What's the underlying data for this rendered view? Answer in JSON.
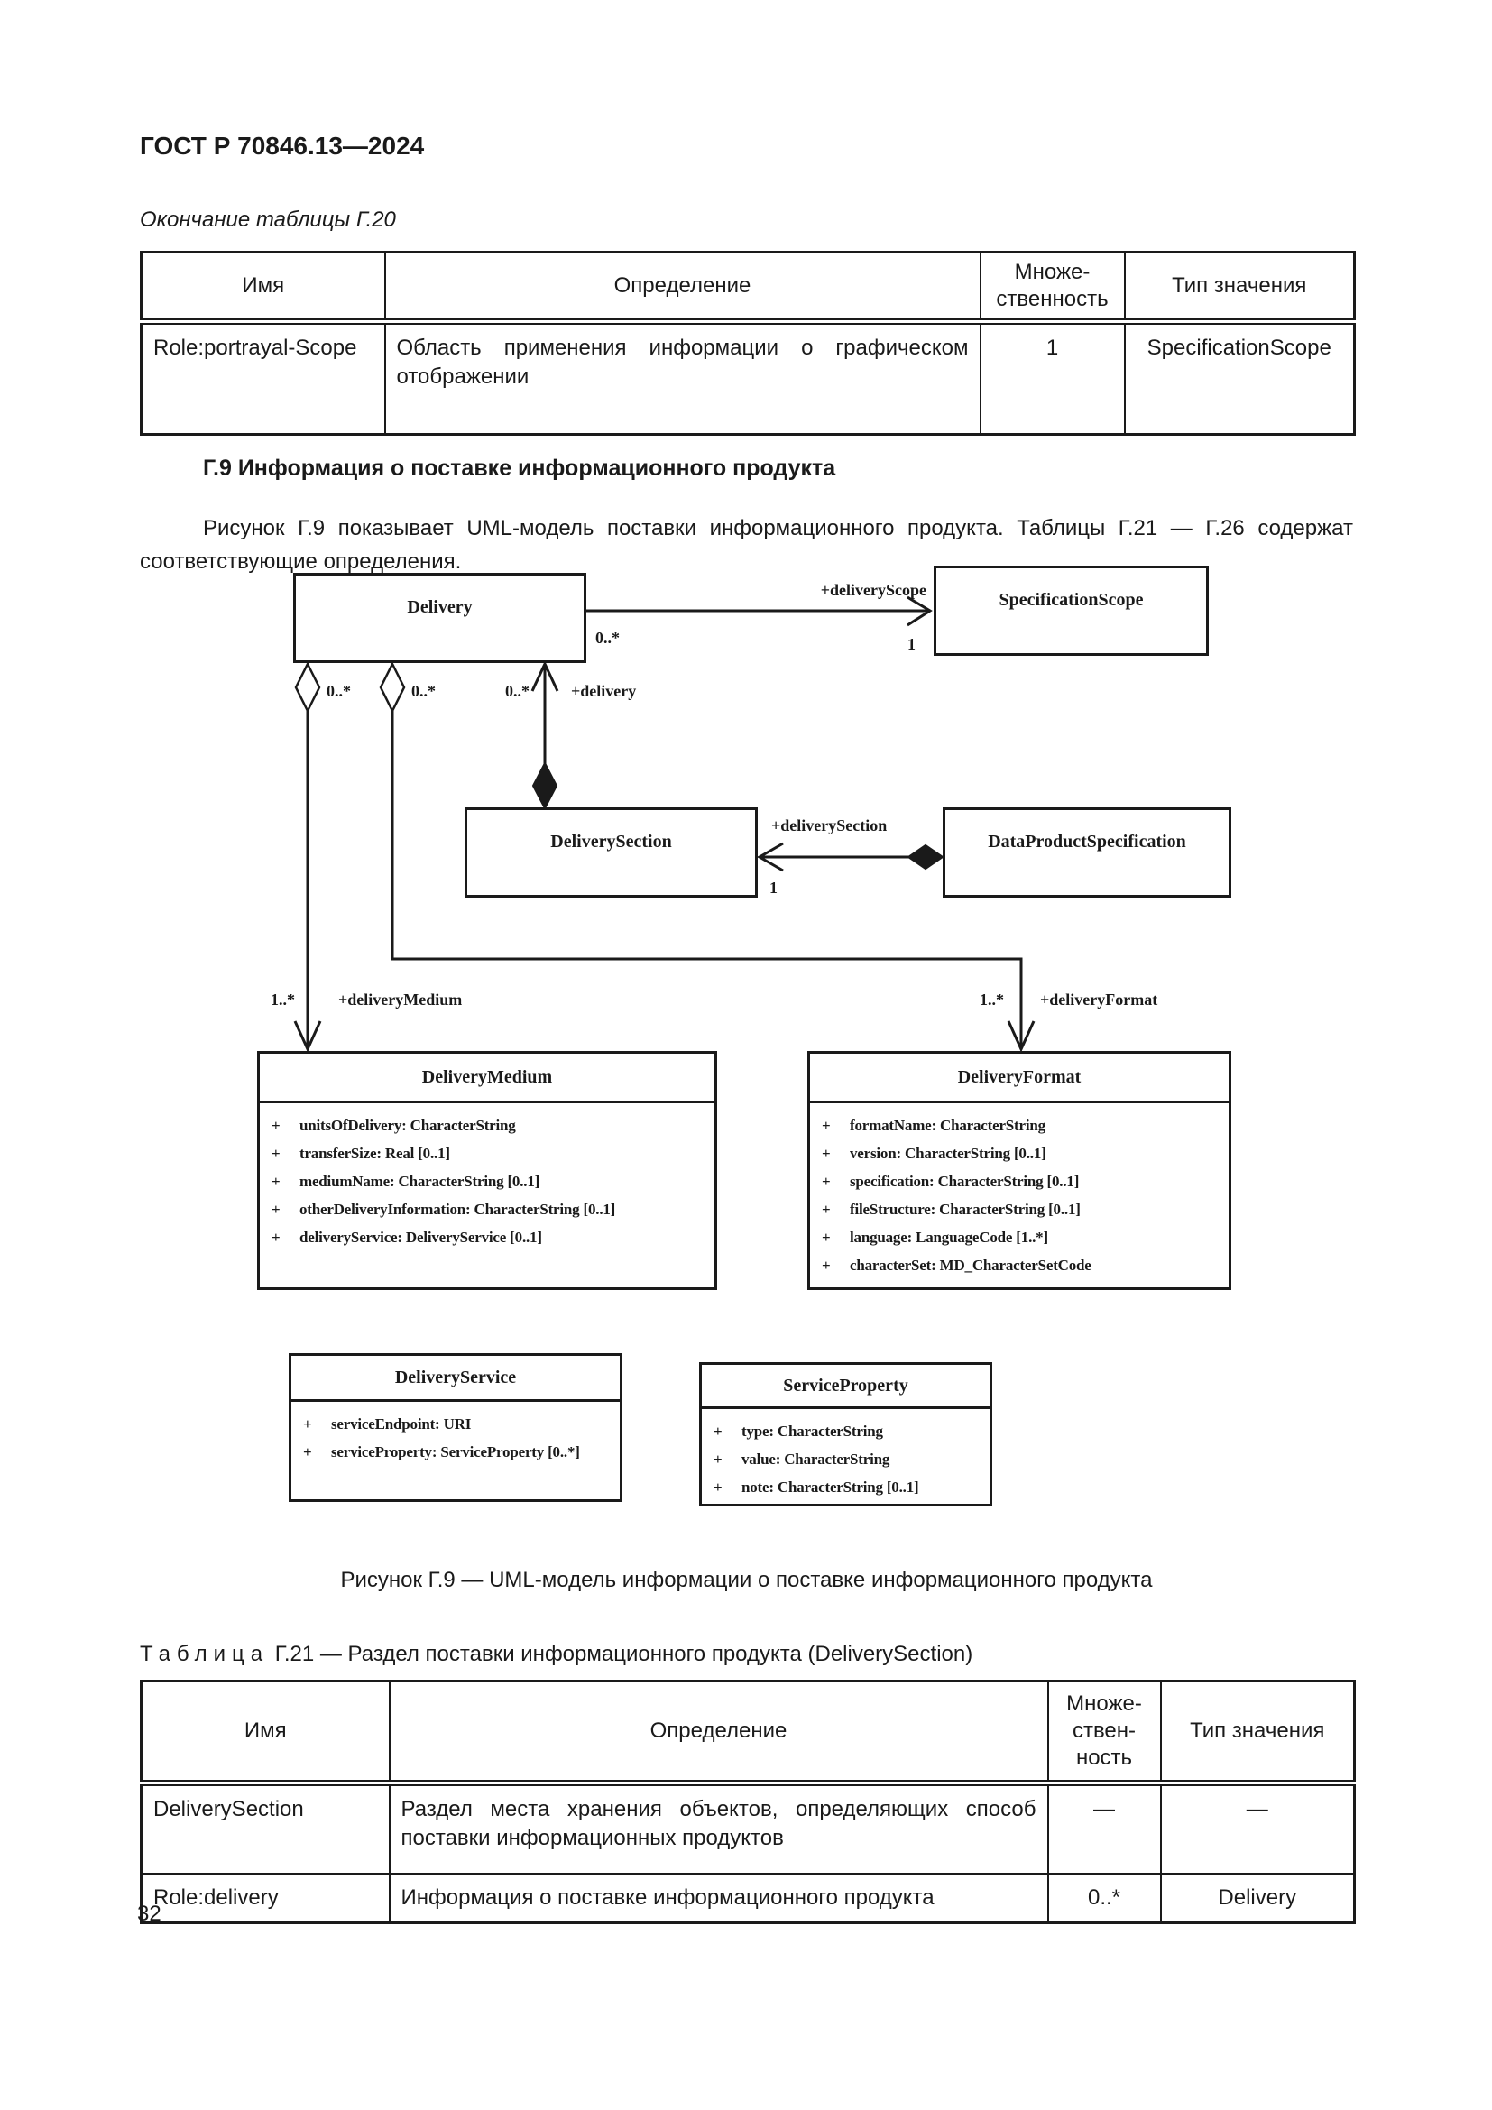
{
  "header": {
    "doc_number": "ГОСТ Р 70846.13—2024"
  },
  "table_g20_end": {
    "caption": "Окончание таблицы Г.20",
    "headers": {
      "name": "Имя",
      "definition": "Определение",
      "multiplicity": "Множе-\nственность",
      "value_type": "Тип значения"
    },
    "rows": [
      {
        "name": "Role:portrayal-Scope",
        "definition": "Область применения информации о графическом отображении",
        "multiplicity": "1",
        "value_type": "SpecificationScope"
      }
    ]
  },
  "section": {
    "heading": "Г.9 Информация о поставке информационного продукта",
    "paragraph": "Рисунок Г.9 показывает UML-модель поставки информационного продукта. Таблицы Г.21 — Г.26 содержат соответствующие определения."
  },
  "diagram": {
    "caption": "Рисунок Г.9 — UML-модель информации о поставке информационного продукта",
    "visibility": "+",
    "classes": {
      "delivery": {
        "title": "Delivery"
      },
      "specification_scope": {
        "title": "SpecificationScope"
      },
      "delivery_section": {
        "title": "DeliverySection"
      },
      "data_product_specification": {
        "title": "DataProductSpecification"
      },
      "delivery_medium": {
        "title": "DeliveryMedium",
        "attributes": [
          "unitsOfDelivery: CharacterString",
          "transferSize: Real [0..1]",
          "mediumName: CharacterString [0..1]",
          "otherDeliveryInformation: CharacterString [0..1]",
          "deliveryService: DeliveryService [0..1]"
        ]
      },
      "delivery_format": {
        "title": "DeliveryFormat",
        "attributes": [
          "formatName: CharacterString",
          "version: CharacterString [0..1]",
          "specification: CharacterString [0..1]",
          "fileStructure: CharacterString [0..1]",
          "language: LanguageCode [1..*]",
          "characterSet: MD_CharacterSetCode"
        ]
      },
      "delivery_service": {
        "title": "DeliveryService",
        "attributes": [
          "serviceEndpoint: URI",
          "serviceProperty: ServiceProperty [0..*]"
        ]
      },
      "service_property": {
        "title": "ServiceProperty",
        "attributes": [
          "type: CharacterString",
          "value: CharacterString",
          "note: CharacterString [0..1]"
        ]
      }
    },
    "labels": {
      "delivery_scope": {
        "role": "+deliveryScope",
        "source_mult": "0..*",
        "target_mult": "1"
      },
      "delivery_medium_assoc": {
        "agg_mult": "0..*",
        "target_mult": "1..*",
        "role": "+deliveryMedium"
      },
      "delivery_format_assoc": {
        "agg_mult": "0..*",
        "target_mult": "1..*",
        "role": "+deliveryFormat"
      },
      "delivery_assoc": {
        "mult": "0..*",
        "role": "+delivery"
      },
      "delivery_section_assoc": {
        "role": "+deliverySection",
        "target_mult": "1"
      }
    }
  },
  "table_g21": {
    "label": "Таблица",
    "title_rest": "Г.21 — Раздел поставки информационного продукта (DeliverySection)",
    "headers": {
      "name": "Имя",
      "definition": "Определение",
      "multiplicity": "Множе-\nствен-\nность",
      "value_type": "Тип значения"
    },
    "rows": [
      {
        "name": "DeliverySection",
        "definition": "Раздел места хранения объектов, определяющих способ поставки информационных продуктов",
        "multiplicity": "—",
        "value_type": "—"
      },
      {
        "name": "Role:delivery",
        "definition": "Информация о поставке информационного продукта",
        "multiplicity": "0..*",
        "value_type": "Delivery"
      }
    ]
  },
  "footer": {
    "page_number": "32"
  }
}
